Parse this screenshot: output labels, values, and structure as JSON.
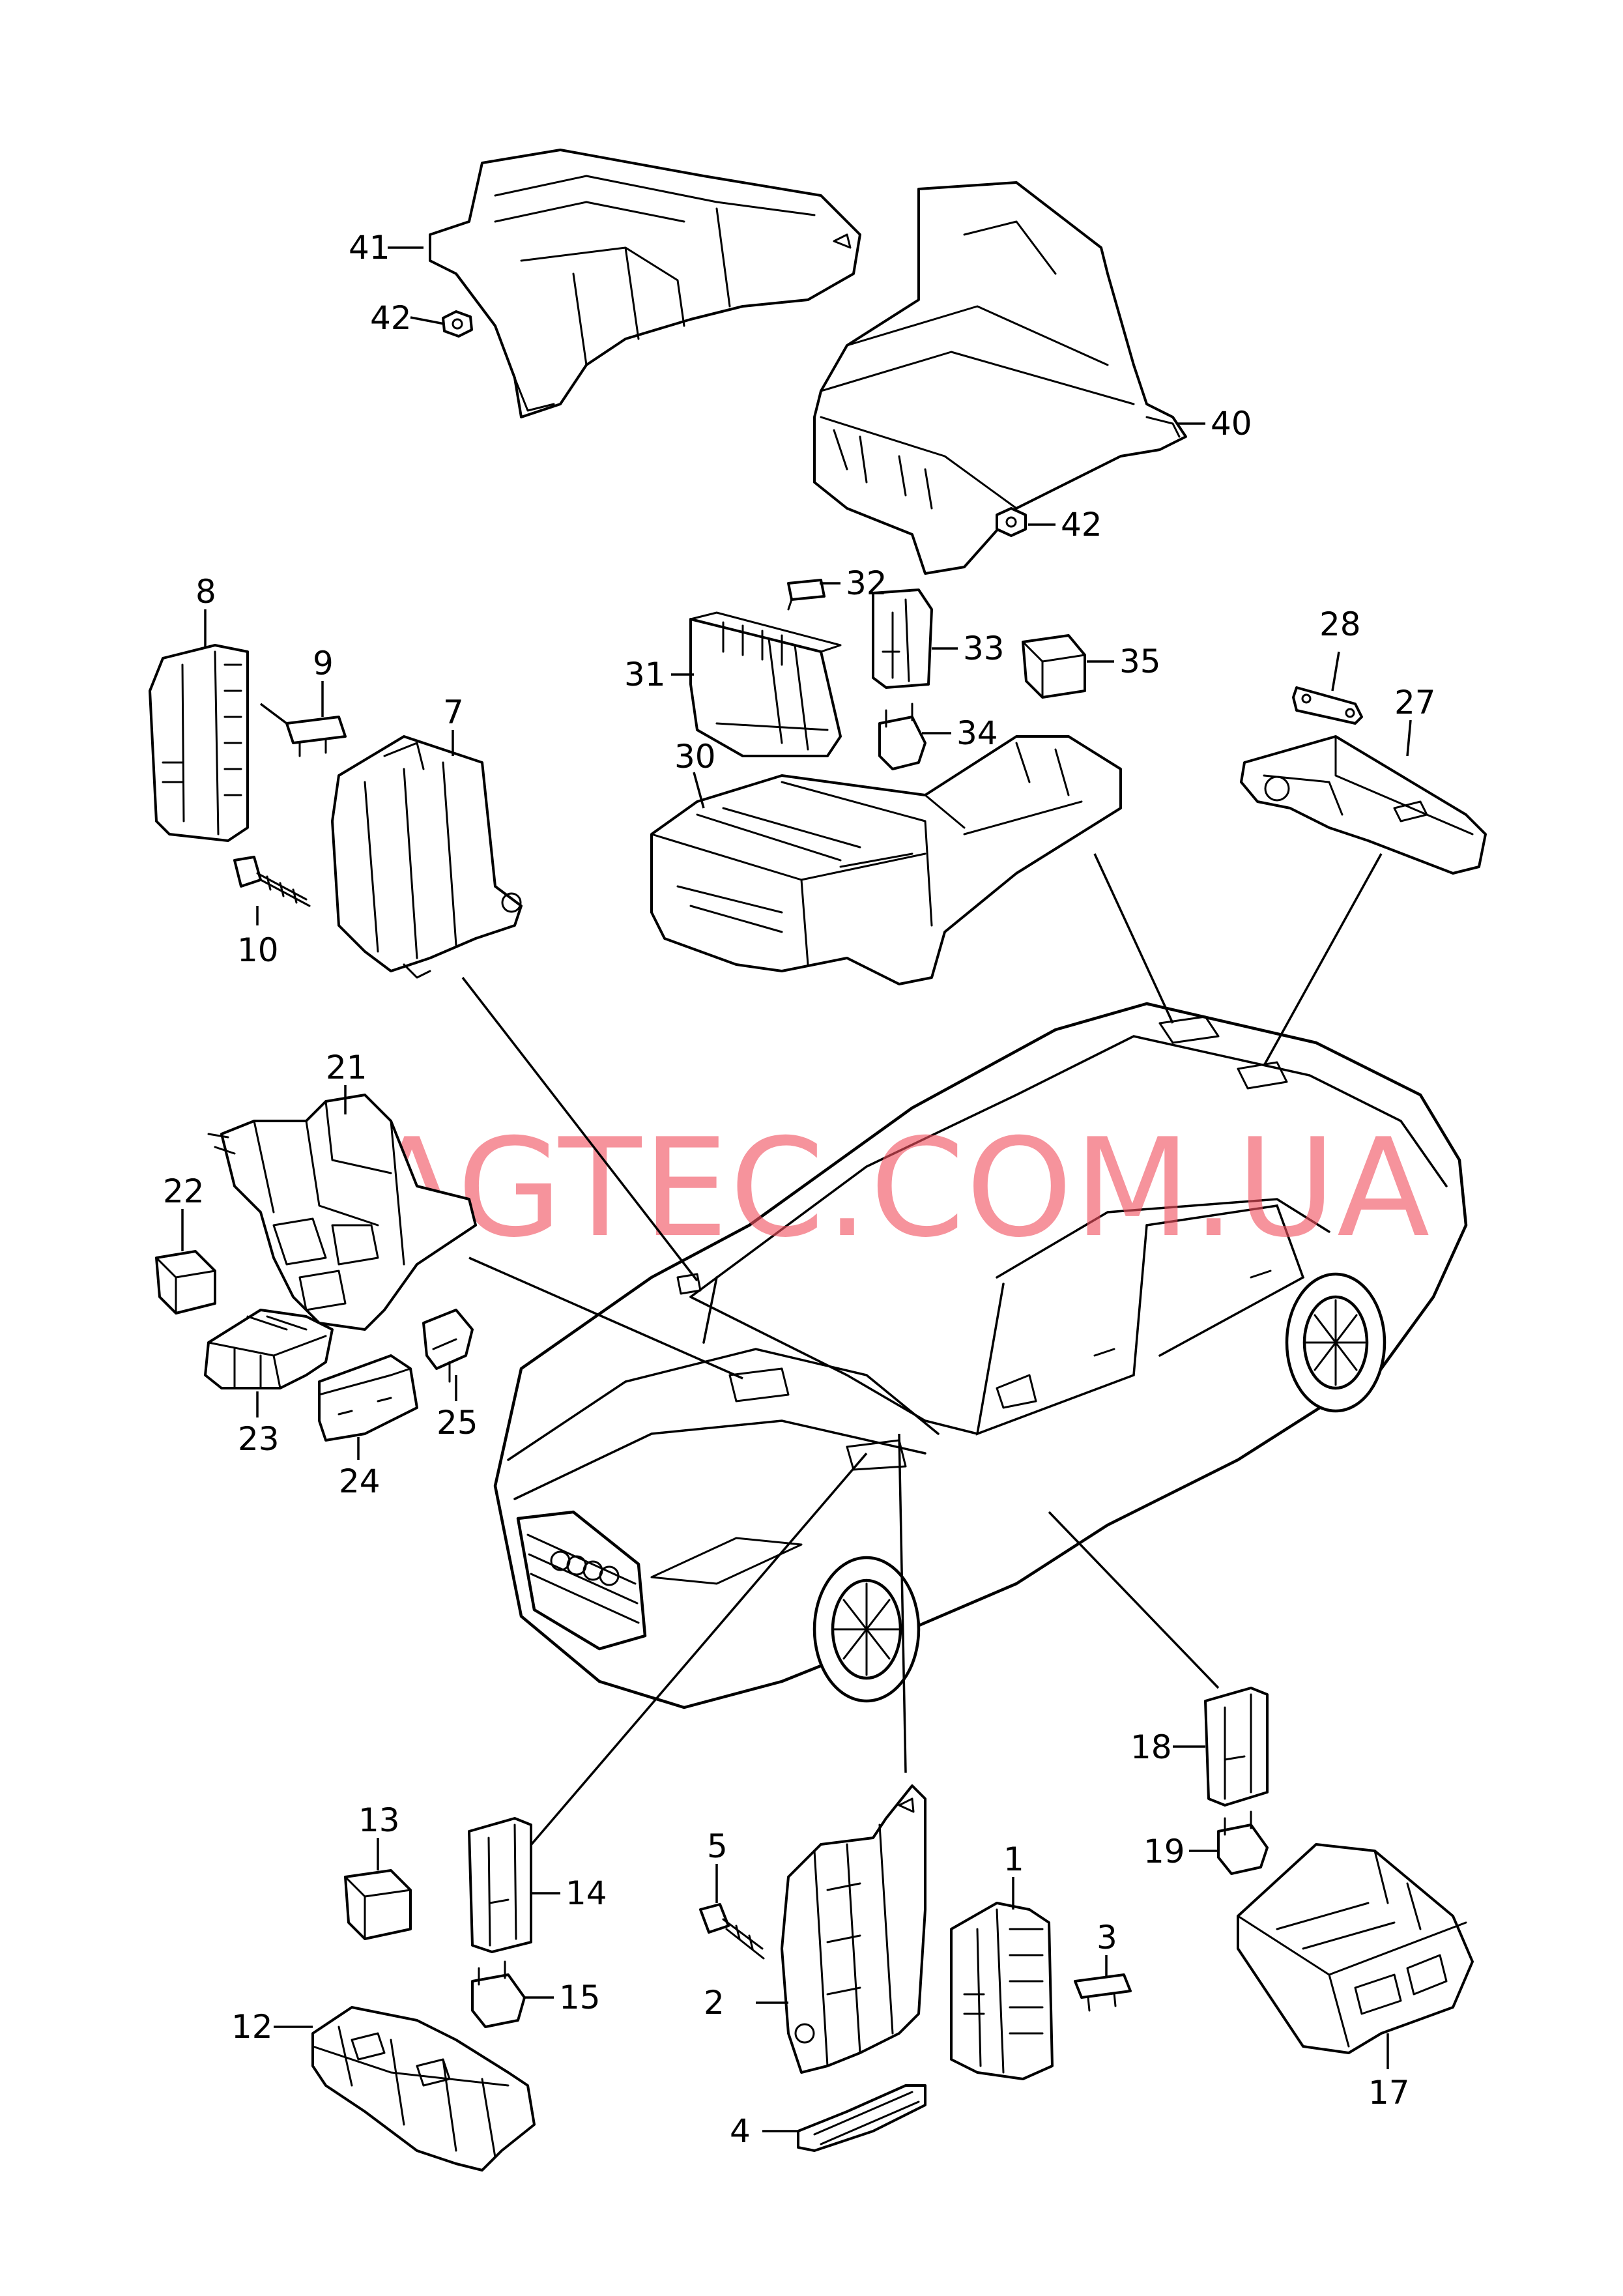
{
  "watermark": "VAGTEC.COM.UA",
  "labels": {
    "p1": "1",
    "p2": "2",
    "p3": "3",
    "p4": "4",
    "p5": "5",
    "p7": "7",
    "p8": "8",
    "p9": "9",
    "p10": "10",
    "p12": "12",
    "p13": "13",
    "p14": "14",
    "p15": "15",
    "p17": "17",
    "p18": "18",
    "p19": "19",
    "p21": "21",
    "p22": "22",
    "p23": "23",
    "p24": "24",
    "p25": "25",
    "p27": "27",
    "p28": "28",
    "p30": "30",
    "p31": "31",
    "p32": "32",
    "p33": "33",
    "p34": "34",
    "p35": "35",
    "p40": "40",
    "p41": "41",
    "p42a": "42",
    "p42b": "42"
  },
  "colors": {
    "line": "#000000",
    "watermark": "#f05060",
    "background": "#ffffff"
  }
}
